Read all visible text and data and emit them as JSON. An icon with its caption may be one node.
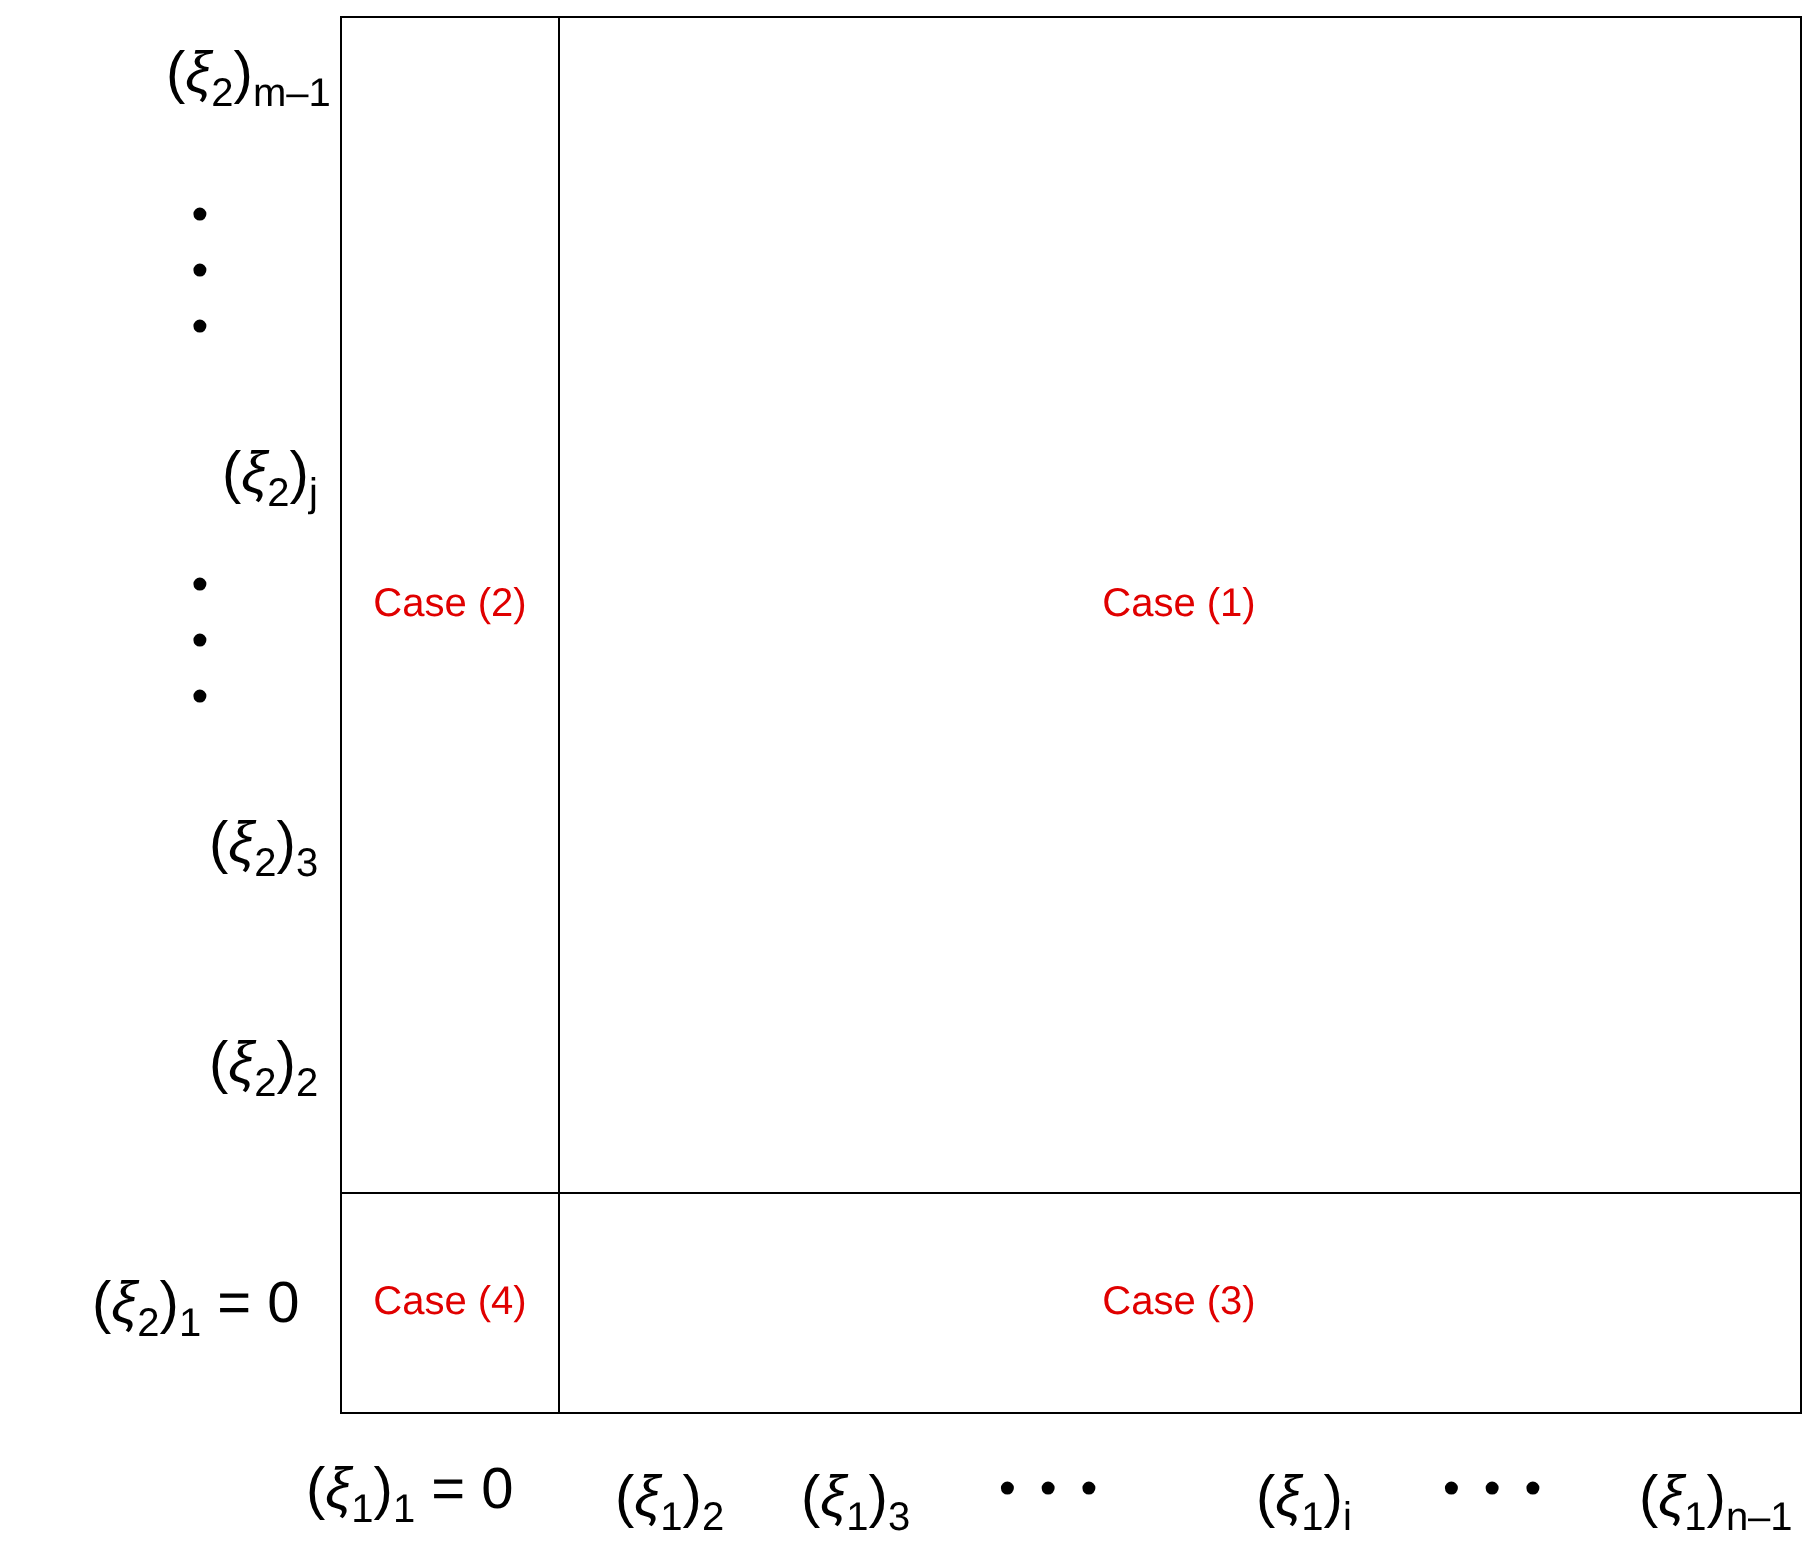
{
  "diagram": {
    "nodes": [
      {
        "text": [
          "Case (2)"
        ]
      },
      {
        "text": [
          "Case (1)"
        ]
      },
      {
        "text": [
          "Case (4)"
        ]
      },
      {
        "text": [
          "Case (3)"
        ]
      }
    ],
    "labels": [
      "(*ξ*$_{2}$)$_{m–1}$",
      "•••",
      "(*ξ*$_{2}$)$_{j}$",
      "•••",
      "(*ξ*$_{2}$)$_{3}$",
      "(*ξ*$_{2}$)$_{2}$",
      "(*ξ*$_{2}$)$_{1}$ = 0",
      "(*ξ*$_{1}$)$_{1}$ = 0",
      "(*ξ*$_{1}$)$_{2}$",
      "(*ξ*$_{1}$)$_{3}$",
      "•••",
      "(*ξ*$_{1}$)$_{i}$",
      "•••",
      "(*ξ*$_{1}$)$_{n–1}$"
    ]
  }
}
